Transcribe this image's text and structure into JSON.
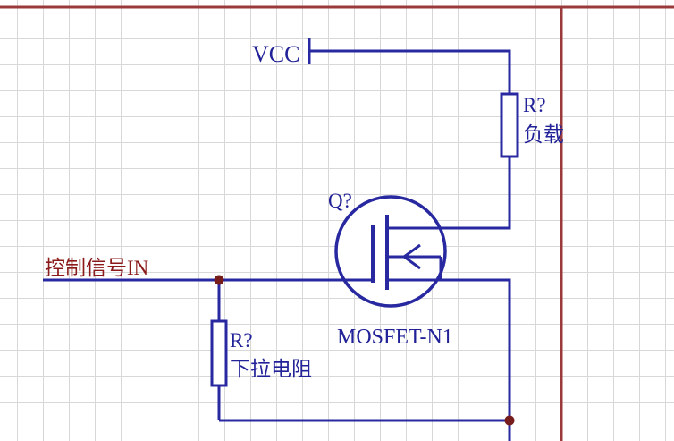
{
  "diagram": {
    "type": "circuit-schematic",
    "description_visible_text_only": true,
    "power_rail": {
      "label": "VCC"
    },
    "load_resistor": {
      "designator": "R?",
      "name": "负载"
    },
    "mosfet": {
      "designator": "Q?",
      "name": "MOSFET-N1"
    },
    "input": {
      "label": "控制信号IN"
    },
    "pulldown_resistor": {
      "designator": "R?",
      "name": "下拉电阻"
    },
    "colors": {
      "wire": "#2828a0",
      "component_label_text": "#222298",
      "input_label_text": "#8b1a1a",
      "junction_dot": "#771c1c",
      "sheet_border": "#9b3a3a",
      "grid_line": "#d8d8d8",
      "background": "#ffffff"
    }
  }
}
